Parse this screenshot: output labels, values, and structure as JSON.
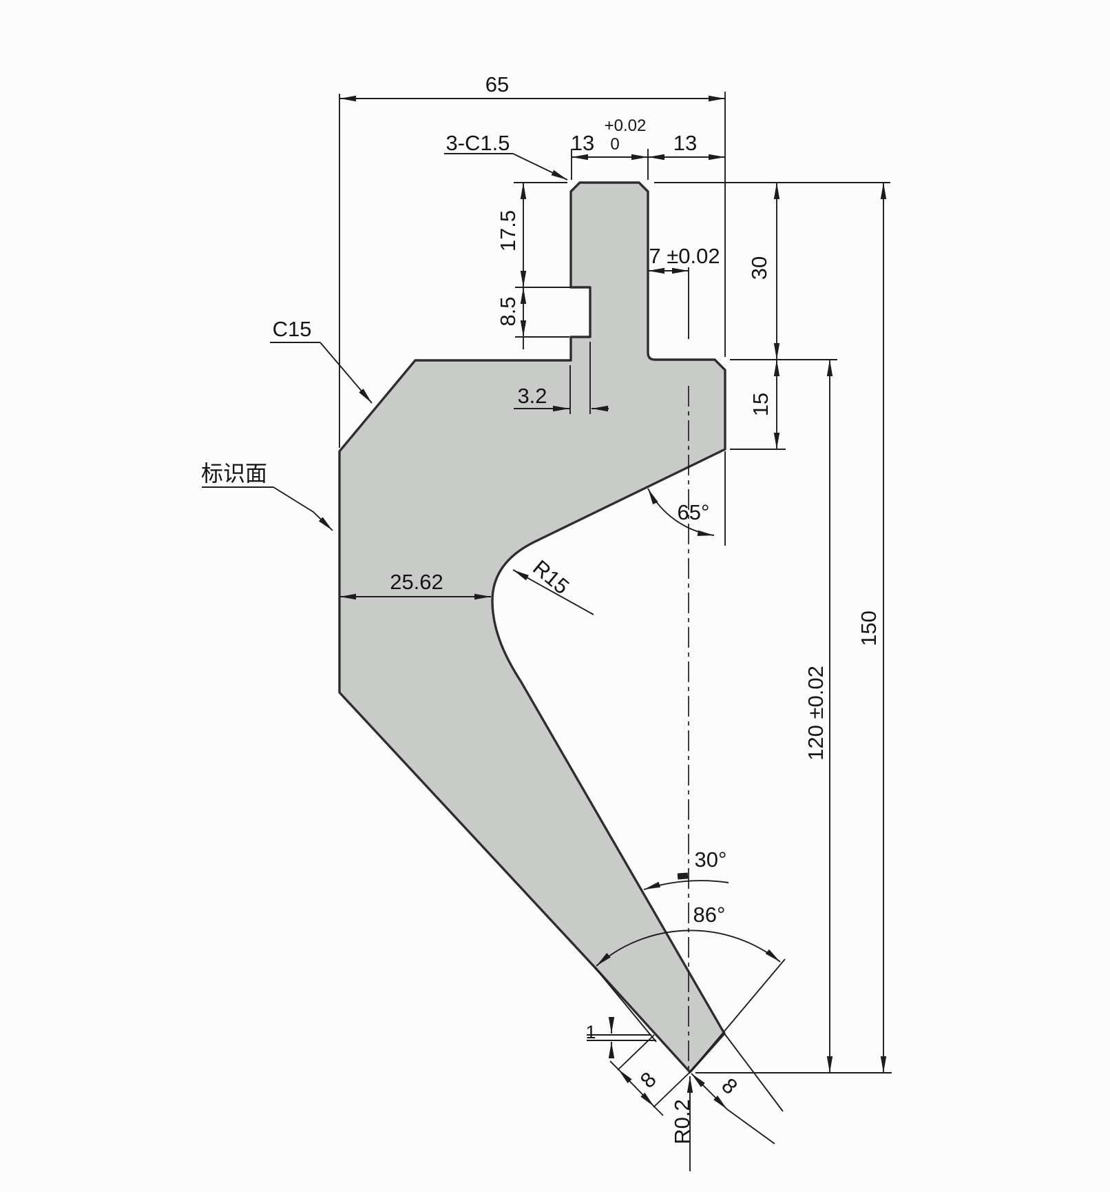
{
  "colors": {
    "part_fill": "#c9cbc9",
    "line_color": "#1d1d1d",
    "background": "#fcfcfc"
  },
  "dims": {
    "overall_width": "65",
    "chamfer_note": "3-C1.5",
    "slot_width": "13",
    "slot_tol_plus": "+0.02",
    "slot_tol_zero": "0",
    "slot_offset": "13",
    "tang_height": "17.5",
    "notch_height": "8.5",
    "clamp_width": "7 ±0.02",
    "upper_height": "30",
    "shoulder_height": "15",
    "left_chamfer": "C15",
    "marking_face": "标识面",
    "notch_depth": "3.2",
    "shoulder_angle": "65°",
    "neck_fillet": "R15",
    "neck_width": "25.62",
    "total_height": "150",
    "working_height": "120 ±0.02",
    "relief_angle": "30°",
    "tip_angle": "86°",
    "tip_flat_left": "8",
    "tip_flat_right": "8",
    "tip_land": "1",
    "tip_radius": "R0.2"
  }
}
